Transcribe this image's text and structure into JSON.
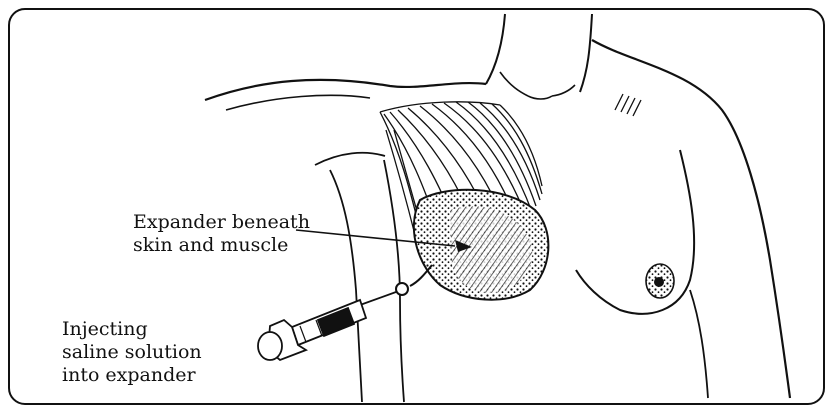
{
  "labels": {
    "expander": {
      "line1": "Expander beneath",
      "line2": "skin and muscle"
    },
    "injecting": {
      "line1": "Injecting",
      "line2": "saline solution",
      "line3": "into expander"
    }
  },
  "colors": {
    "ink": "#111111",
    "background": "#ffffff"
  }
}
